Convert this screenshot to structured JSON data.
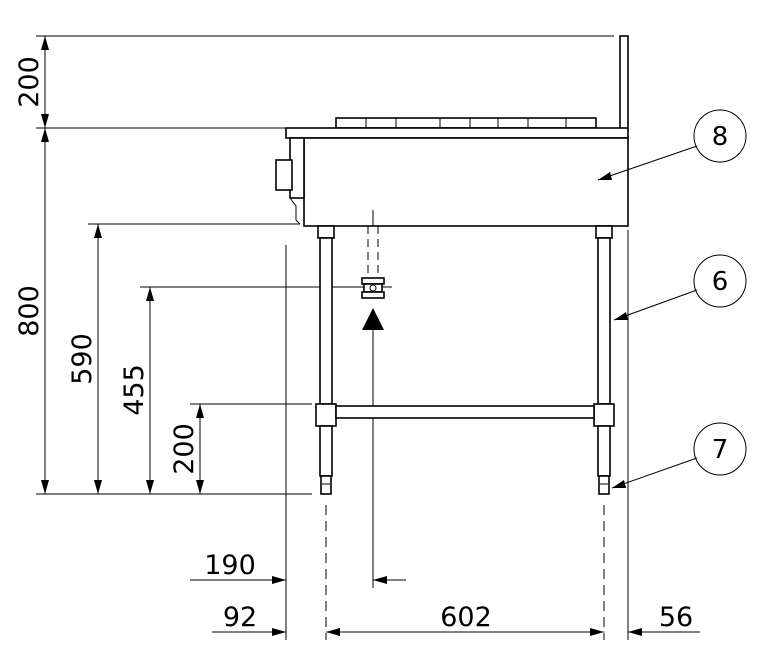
{
  "dimensions": {
    "vertical": {
      "backsplash_height": "200",
      "total_height": "800",
      "gas_inlet_height": "590",
      "pipe_height": "455",
      "shelf_height": "200"
    },
    "horizontal": {
      "gas_inlet_offset": "190",
      "front_overhang": "92",
      "leg_span": "602",
      "rear_overhang": "56"
    }
  },
  "callouts": [
    "8",
    "6",
    "7"
  ]
}
